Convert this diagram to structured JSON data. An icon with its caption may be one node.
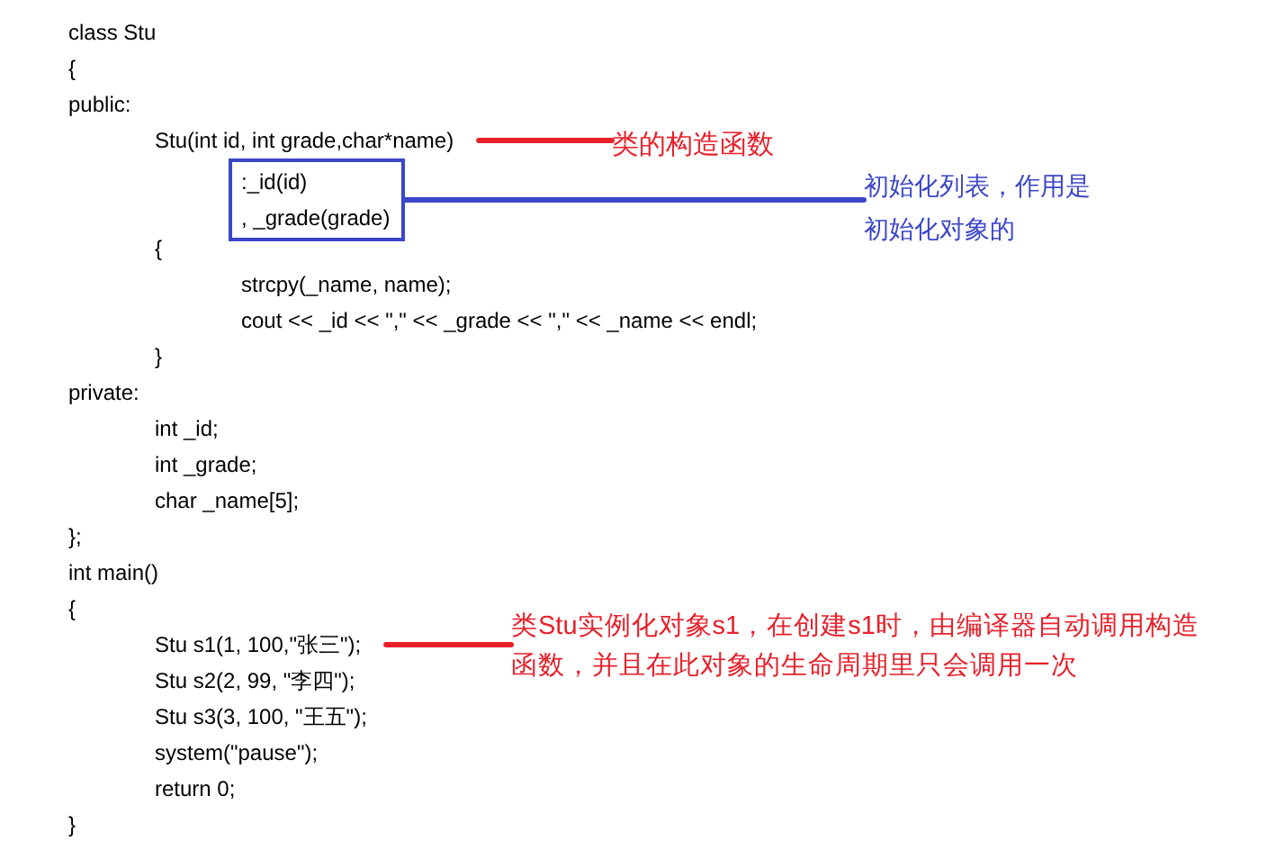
{
  "diagram": {
    "nodes": [
      {
        "text": [
          "Stu(int id, int grade,char*name)"
        ]
      },
      {
        "text": [
          "类的构造函数"
        ]
      },
      {
        "text": [
          ":_id(id)",
          ", _grade(grade)"
        ]
      },
      {
        "text": [
          "初始化列表，作用是初始化对象的"
        ]
      },
      {
        "text": [
          "Stu s1(1, 100,\"张三\");"
        ]
      },
      {
        "text": [
          "类Stu实例化对象s1，在创建s1时，由编译器自动调用构造函数，并且在此对象的生命周期里只会调用一次"
        ]
      }
    ],
    "edges": [
      {
        "from": 1,
        "to": 0,
        "arrow": "none"
      },
      {
        "from": 3,
        "to": 2,
        "arrow": "none",
        "color": "#3c46c8"
      },
      {
        "from": 5,
        "to": 4,
        "arrow": "none"
      }
    ],
    "labels": [
      "class Stu",
      "{",
      "public:",
      "{",
      "strcpy(_name, name);",
      "cout << _id << \",\" << _grade << \",\" << _name << endl;",
      "}",
      "private:",
      "int _id;",
      "int _grade;",
      "char _name[5];",
      "};",
      "int main()",
      "{",
      "Stu s2(2, 99, \"李四\");",
      "Stu s3(3, 100, \"王五\");",
      "system(\"pause\");",
      "return 0;",
      "}"
    ]
  }
}
